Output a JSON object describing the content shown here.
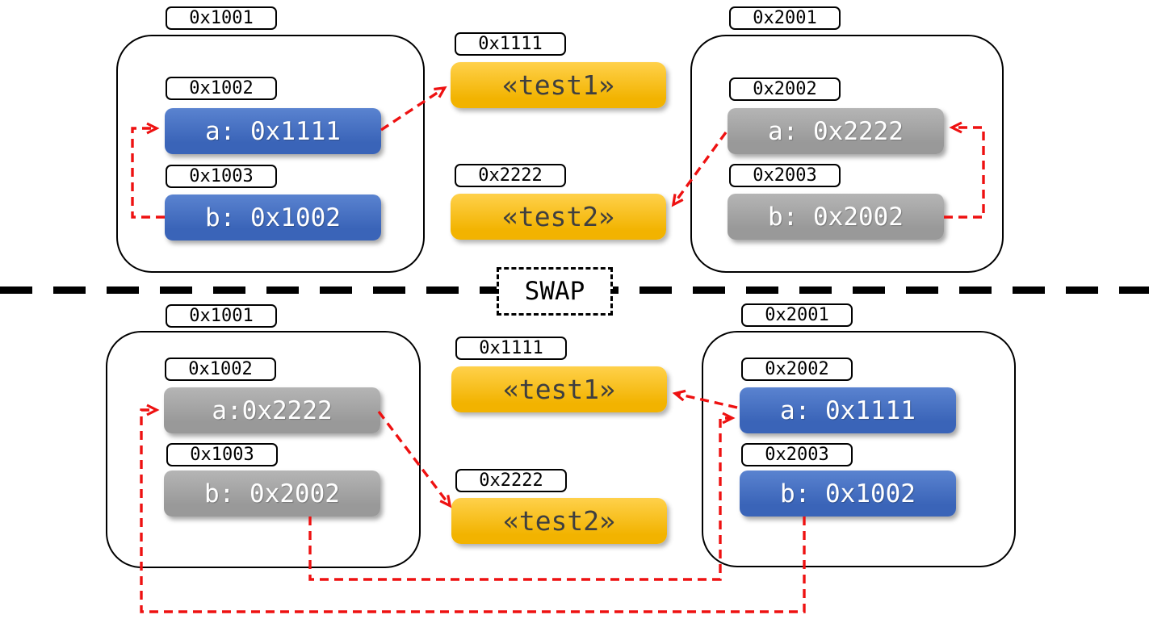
{
  "palette": {
    "red": "#ee1111",
    "blue_top": "#5a83d0",
    "blue_bottom": "#3a64b8",
    "gray_top": "#b5b5b5",
    "gray_bottom": "#999999",
    "yellow_top": "#ffd14b",
    "yellow_bottom": "#f2b300",
    "slot_text": "#ffffff",
    "heap_text": "#3f3f3f",
    "outline": "#000000"
  },
  "divider": {
    "label": "SWAP"
  },
  "sections": {
    "before": {
      "left_frame": {
        "address": "0x1001",
        "slot_a_address": "0x1002",
        "slot_a_value": "a: 0x1111",
        "slot_b_address": "0x1003",
        "slot_b_value": "b: 0x1002"
      },
      "heap": {
        "obj1_address": "0x1111",
        "obj1_value": "«test1»",
        "obj2_address": "0x2222",
        "obj2_value": "«test2»"
      },
      "right_frame": {
        "address": "0x2001",
        "slot_a_address": "0x2002",
        "slot_a_value": "a: 0x2222",
        "slot_b_address": "0x2003",
        "slot_b_value": "b: 0x2002"
      }
    },
    "after": {
      "left_frame": {
        "address": "0x1001",
        "slot_a_address": "0x1002",
        "slot_a_value": "a:0x2222",
        "slot_b_address": "0x1003",
        "slot_b_value": "b: 0x2002"
      },
      "heap": {
        "obj1_address": "0x1111",
        "obj1_value": "«test1»",
        "obj2_address": "0x2222",
        "obj2_value": "«test2»"
      },
      "right_frame": {
        "address": "0x2001",
        "slot_a_address": "0x2002",
        "slot_a_value": "a: 0x1111",
        "slot_b_address": "0x2003",
        "slot_b_value": "b: 0x1002"
      }
    }
  }
}
